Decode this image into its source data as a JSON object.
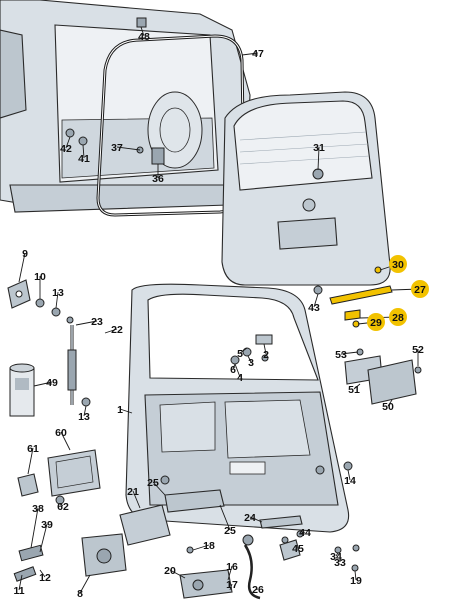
{
  "colors": {
    "body_fill": "#d9e0e6",
    "body_shade": "#bcc6ce",
    "outline": "#2a2a2a",
    "highlight_badge": "#f2c200",
    "background": "#ffffff"
  },
  "callouts": [
    {
      "id": "c48",
      "label": "48"
    },
    {
      "id": "c47",
      "label": "47"
    },
    {
      "id": "c42",
      "label": "42"
    },
    {
      "id": "c41",
      "label": "41"
    },
    {
      "id": "c37",
      "label": "37"
    },
    {
      "id": "c36",
      "label": "36"
    },
    {
      "id": "c31",
      "label": "31"
    },
    {
      "id": "c9",
      "label": "9"
    },
    {
      "id": "c10",
      "label": "10"
    },
    {
      "id": "c13a",
      "label": "13"
    },
    {
      "id": "c23",
      "label": "23"
    },
    {
      "id": "c22",
      "label": "22"
    },
    {
      "id": "c49",
      "label": "49"
    },
    {
      "id": "c13b",
      "label": "13"
    },
    {
      "id": "c1",
      "label": "1"
    },
    {
      "id": "c43",
      "label": "43"
    },
    {
      "id": "c2",
      "label": "2"
    },
    {
      "id": "c3",
      "label": "3"
    },
    {
      "id": "c4",
      "label": "4"
    },
    {
      "id": "c5",
      "label": "5"
    },
    {
      "id": "c6",
      "label": "6"
    },
    {
      "id": "c30",
      "label": "30",
      "highlight": true
    },
    {
      "id": "c27",
      "label": "27",
      "highlight": true
    },
    {
      "id": "c28",
      "label": "28",
      "highlight": true
    },
    {
      "id": "c29",
      "label": "29",
      "highlight": true
    },
    {
      "id": "c53",
      "label": "53"
    },
    {
      "id": "c52",
      "label": "52"
    },
    {
      "id": "c51",
      "label": "51"
    },
    {
      "id": "c50",
      "label": "50"
    },
    {
      "id": "c60",
      "label": "60"
    },
    {
      "id": "c61",
      "label": "61"
    },
    {
      "id": "c62",
      "label": "62"
    },
    {
      "id": "c14",
      "label": "14"
    },
    {
      "id": "c21",
      "label": "21"
    },
    {
      "id": "c25a",
      "label": "25"
    },
    {
      "id": "c25b",
      "label": "25"
    },
    {
      "id": "c24",
      "label": "24"
    },
    {
      "id": "c38",
      "label": "38"
    },
    {
      "id": "c39",
      "label": "39"
    },
    {
      "id": "c11",
      "label": "11"
    },
    {
      "id": "c12",
      "label": "12"
    },
    {
      "id": "c8",
      "label": "8"
    },
    {
      "id": "c18",
      "label": "18"
    },
    {
      "id": "c20",
      "label": "20"
    },
    {
      "id": "c16",
      "label": "16"
    },
    {
      "id": "c17",
      "label": "17"
    },
    {
      "id": "c44",
      "label": "44"
    },
    {
      "id": "c45",
      "label": "45"
    },
    {
      "id": "c34",
      "label": "34"
    },
    {
      "id": "c33",
      "label": "33"
    },
    {
      "id": "c19",
      "label": "19"
    },
    {
      "id": "c26",
      "label": "26"
    }
  ]
}
